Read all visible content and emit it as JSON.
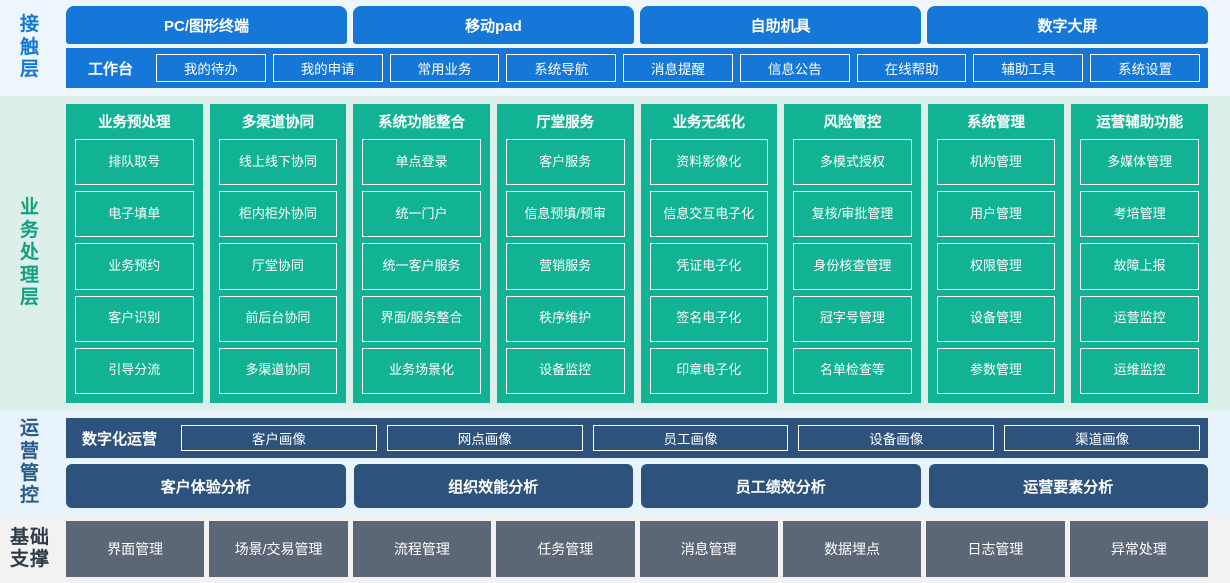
{
  "layers": [
    {
      "id": "touch",
      "label": "接触层",
      "channels": [
        "PC/图形终端",
        "移动pad",
        "自助机具",
        "数字大屏"
      ],
      "workbench_label": "工作台",
      "workbench_items": [
        "我的待办",
        "我的申请",
        "常用业务",
        "系统导航",
        "消息提醒",
        "信息公告",
        "在线帮助",
        "辅助工具",
        "系统设置"
      ],
      "colors": {
        "band_bg": "#eef6fd",
        "block": "#1577d8",
        "label": "#1277d6"
      }
    },
    {
      "id": "business",
      "label": "业务处理层",
      "colors": {
        "band_bg": "#dcf0e9",
        "block": "#12b394",
        "label": "#12a07e"
      },
      "columns": [
        {
          "title": "业务预处理",
          "items": [
            "排队取号",
            "电子填单",
            "业务预约",
            "客户识别",
            "引导分流"
          ]
        },
        {
          "title": "多渠道协同",
          "items": [
            "线上线下协同",
            "柜内柜外协同",
            "厅堂协同",
            "前后台协同",
            "多渠道协同"
          ]
        },
        {
          "title": "系统功能整合",
          "items": [
            "单点登录",
            "统一门户",
            "统一客户服务",
            "界面/服务整合",
            "业务场景化"
          ]
        },
        {
          "title": "厅堂服务",
          "items": [
            "客户服务",
            "信息预填/预审",
            "营销服务",
            "秩序维护",
            "设备监控"
          ]
        },
        {
          "title": "业务无纸化",
          "items": [
            "资料影像化",
            "信息交互电子化",
            "凭证电子化",
            "签名电子化",
            "印章电子化"
          ]
        },
        {
          "title": "风险管控",
          "items": [
            "多模式授权",
            "复核/审批管理",
            "身份核查管理",
            "冠字号管理",
            "名单检查等"
          ]
        },
        {
          "title": "系统管理",
          "items": [
            "机构管理",
            "用户管理",
            "权限管理",
            "设备管理",
            "参数管理"
          ]
        },
        {
          "title": "运营辅助功能",
          "items": [
            "多媒体管理",
            "考培管理",
            "故障上报",
            "运营监控",
            "运维监控"
          ]
        }
      ]
    },
    {
      "id": "operations",
      "label": "运营管控",
      "colors": {
        "band_bg": "#e9f3fb",
        "block": "#2d537c",
        "label": "#2a5a86"
      },
      "digital_ops_label": "数字化运营",
      "portraits": [
        "客户画像",
        "网点画像",
        "员工画像",
        "设备画像",
        "渠道画像"
      ],
      "analyses": [
        "客户体验分析",
        "组织效能分析",
        "员工绩效分析",
        "运营要素分析"
      ]
    },
    {
      "id": "foundation",
      "label": "基础支撑",
      "colors": {
        "band_bg": "#f2f2f2",
        "block": "#5b6676",
        "label": "#2f3a48"
      },
      "items": [
        "界面管理",
        "场景/交易管理",
        "流程管理",
        "任务管理",
        "消息管理",
        "数据埋点",
        "日志管理",
        "异常处理"
      ]
    }
  ]
}
